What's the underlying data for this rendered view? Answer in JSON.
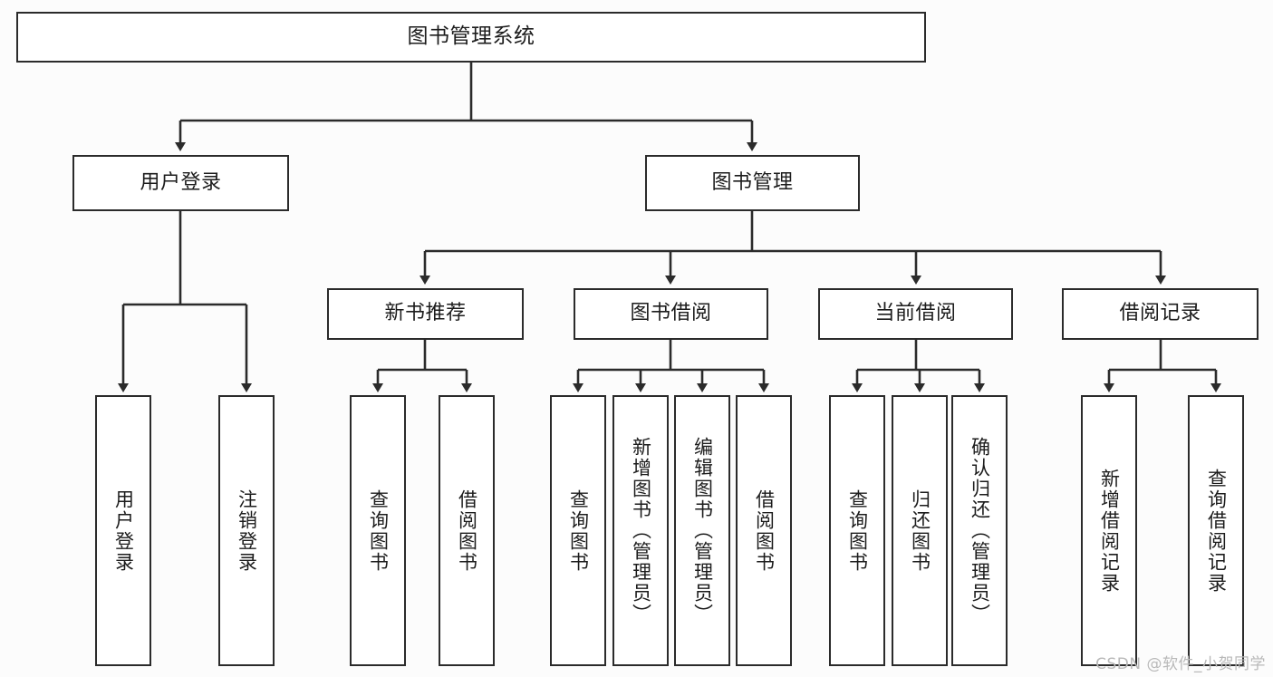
{
  "diagram": {
    "title": "图书管理系统",
    "type": "tree-hierarchy",
    "colors": {
      "background": "#fcfcfc",
      "node_fill": "#ffffff",
      "stroke": "#2b2b2b",
      "text": "#1c1c1c",
      "watermark": "#b9b9b9"
    },
    "root": {
      "label": "图书管理系统"
    },
    "level2": [
      {
        "label": "用户登录"
      },
      {
        "label": "图书管理"
      }
    ],
    "level3": [
      {
        "label": "新书推荐"
      },
      {
        "label": "图书借阅"
      },
      {
        "label": "当前借阅"
      },
      {
        "label": "借阅记录"
      }
    ],
    "leaves": {
      "user_login": [
        {
          "label": "用户登录"
        },
        {
          "label": "注销登录"
        }
      ],
      "new_book_recommend": [
        {
          "label": "查询图书"
        },
        {
          "label": "借阅图书"
        }
      ],
      "book_borrow": [
        {
          "label": "查询图书"
        },
        {
          "label": "新增图书（管理员）"
        },
        {
          "label": "编辑图书（管理员）"
        },
        {
          "label": "借阅图书"
        }
      ],
      "current_borrow": [
        {
          "label": "查询图书"
        },
        {
          "label": "归还图书"
        },
        {
          "label": "确认归还（管理员）"
        }
      ],
      "borrow_record": [
        {
          "label": "新增借阅记录"
        },
        {
          "label": "查询借阅记录"
        }
      ]
    }
  },
  "watermark": {
    "text": "CSDN @软件_小贺同学"
  }
}
